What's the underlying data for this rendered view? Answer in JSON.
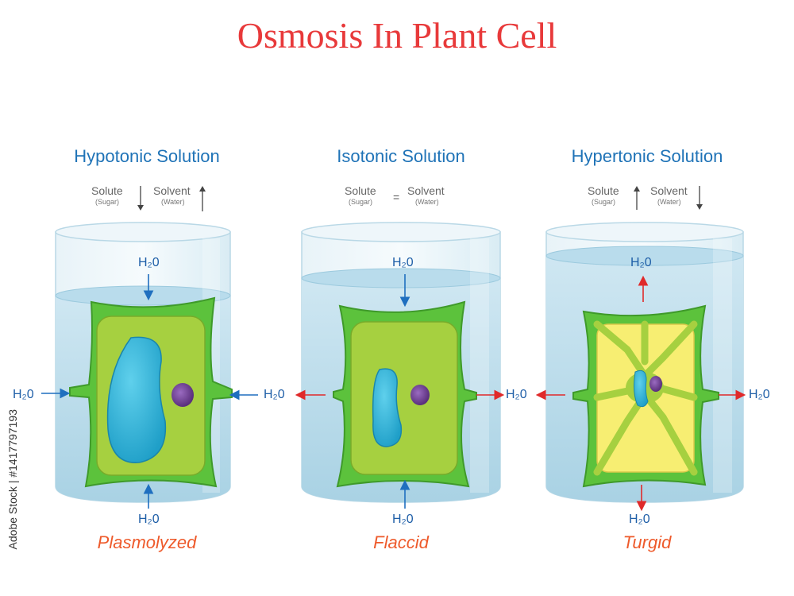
{
  "title": "Osmosis In Plant Cell",
  "watermark_id": "Adobe Stock | #1417797193",
  "panels": [
    {
      "heading": "Hypotonic Solution",
      "solute_label": "Solute",
      "solute_sub": "(Sugar)",
      "solvent_label": "Solvent",
      "solvent_sub": "(Water)",
      "solute_trend": "down",
      "solvent_trend": "up",
      "caption": "Plasmolyzed",
      "water_top": "H₂0",
      "water_bottom": "H₂0",
      "water_left": "H₂0",
      "water_right": "H₂0",
      "flow": "inward"
    },
    {
      "heading": "Isotonic Solution",
      "solute_label": "Solute",
      "solute_sub": "(Sugar)",
      "solvent_label": "Solvent",
      "solvent_sub": "(Water)",
      "relation": "=",
      "caption": "Flaccid",
      "water_top": "H₂0",
      "water_bottom": "H₂0",
      "water_left": "H₂0",
      "water_right": "H₂0",
      "flow": "balanced"
    },
    {
      "heading": "Hypertonic Solution",
      "solute_label": "Solute",
      "solute_sub": "(Sugar)",
      "solvent_label": "Solvent",
      "solvent_sub": "(Water)",
      "solute_trend": "up",
      "solvent_trend": "down",
      "caption": "Turgid",
      "water_top": "H₂0",
      "water_bottom": "H₂0",
      "water_left": "H₂0",
      "water_right": "H₂0",
      "flow": "outward"
    }
  ],
  "colors": {
    "title": "#e8393a",
    "heading": "#1f73b7",
    "caption": "#ee5a2b",
    "arrow_in": "#1f6fbf",
    "arrow_out": "#e02a2a",
    "cell_wall": "#5cc23c",
    "cytoplasm": "#a6d040",
    "vacuole": "#2db3d6",
    "nucleus": "#6a3a8a",
    "turgid_vacuole": "#f7ee72"
  }
}
